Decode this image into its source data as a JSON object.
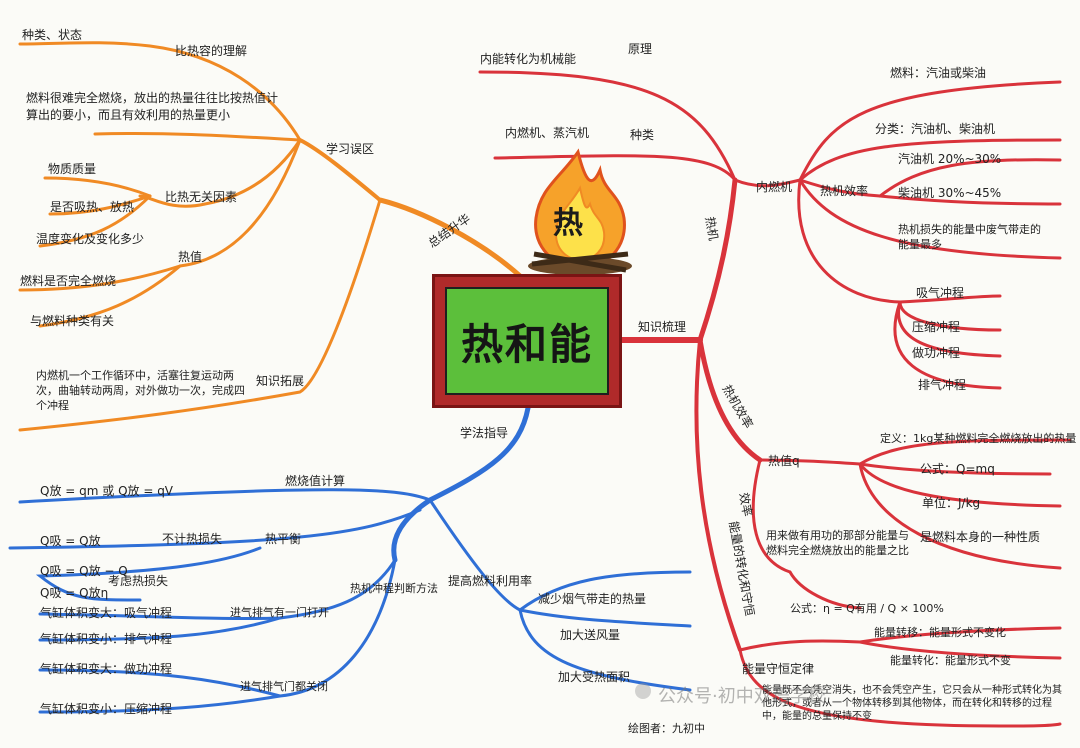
{
  "center": {
    "title": "热和能",
    "fire_char": "热"
  },
  "orange": {
    "review": "学习误区",
    "capacity_error": "比热容的理解",
    "kind_state": "种类、状态",
    "fuel_note": "燃料很难完全燃烧，放出的热量往往比按热值计算出的要小，而且有效利用的热量更小",
    "capacity_factor": "比热无关因素",
    "mass": "物质质量",
    "absorb_release": "是否吸热、放热",
    "temperature": "温度变化及变化多少",
    "heat_value": "热值",
    "burn_full": "燃料是否完全燃烧",
    "fuel_kind": "与燃料种类有关",
    "summary": "总结升华",
    "expand": "知识拓展",
    "engine_note": "内燃机一个工作循环中，活塞往复运动两次，曲轴转动两周，对外做功一次，完成四个冲程"
  },
  "red": {
    "principle": "原理",
    "principle_text": "内能转化为机械能",
    "kinds_label": "种类",
    "kinds_text": "内燃机、蒸汽机",
    "heat_engine": "热机",
    "ice": "内燃机",
    "fuel": "燃料：汽油或柴油",
    "classify": "分类：汽油机、柴油机",
    "efficiency": "热机效率",
    "gasoline_eff": "汽油机 20%~30%",
    "diesel_eff": "柴油机 30%~45%",
    "loss": "热机损失的能量中废气带走的能量最多",
    "intake": "吸气冲程",
    "compression": "压缩冲程",
    "power": "做功冲程",
    "exhaust": "排气冲程",
    "knowledge": "知识梳理",
    "heat_eff": "热机效率",
    "calorific": "热值q",
    "definition": "定义：1kg某种燃料完全燃烧放出的热量",
    "formula": "公式：Q=mq",
    "unit": "单位：J/kg",
    "property": "是燃料本身的一种性质",
    "eff_label": "效率",
    "eff_text": "用来做有用功的那部分能量与燃料完全燃烧放出的能量之比",
    "eff_formula": "公式：η = Q有用 / Q × 100%",
    "conservation": "能量的转化和守恒",
    "conserve_law": "能量守恒定律",
    "transfer": "能量转移：能量形式不变化",
    "convert": "能量转化：能量形式不变",
    "law_text": "能量既不会凭空消失，也不会凭空产生，它只会从一种形式转化为其他形式，或者从一个物体转移到其他物体，而在转化和转移的过程中，能量的总量保持不变"
  },
  "blue": {
    "method": "学法指导",
    "calc_formula": "Q放 = qm 或 Q放 = qV",
    "calc_label": "燃烧值计算",
    "exchange_formula": "Q吸 = Q放",
    "no_loss": "不计热损失",
    "heat_balance": "热平衡",
    "q_abs": "Q吸 = Q放 − Q",
    "q_eta": "Q吸 = Q放η",
    "consider_loss": "考虑热损失",
    "stroke_judge": "热机冲程判断方法",
    "intake_row": "气缸体积变大：吸气冲程",
    "exhaust_row": "气缸体积变小：排气冲程",
    "valve_open": "进气排气有一门打开",
    "power_row": "气缸体积变大：做功冲程",
    "compress_row": "气缸体积变小：压缩冲程",
    "valve_closed": "进气排气门都关闭",
    "improve": "提高燃料利用率",
    "reduce_loss": "减少烟气带走的热量",
    "air": "加大送风量",
    "area": "加大受热面积",
    "credit": "绘图者：九初中"
  },
  "watermark": "公众号·初中双语学校",
  "colors": {
    "orange": "#f08a24",
    "red": "#d9333b",
    "blue": "#2f6fd6"
  }
}
